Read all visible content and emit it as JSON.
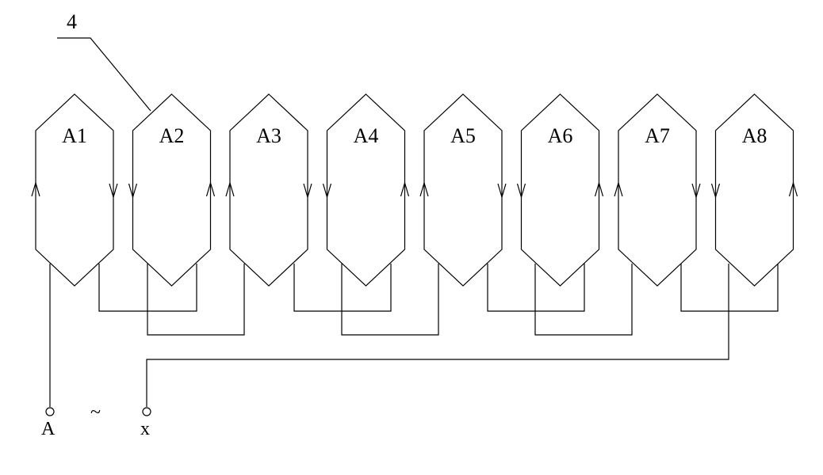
{
  "diagram": {
    "callout_label": "4",
    "coils": [
      {
        "label": "A1",
        "left_arrow": "up",
        "right_arrow": "down"
      },
      {
        "label": "A2",
        "left_arrow": "down",
        "right_arrow": "up"
      },
      {
        "label": "A3",
        "left_arrow": "up",
        "right_arrow": "down"
      },
      {
        "label": "A4",
        "left_arrow": "down",
        "right_arrow": "up"
      },
      {
        "label": "A5",
        "left_arrow": "up",
        "right_arrow": "down"
      },
      {
        "label": "A6",
        "left_arrow": "down",
        "right_arrow": "up"
      },
      {
        "label": "A7",
        "left_arrow": "up",
        "right_arrow": "down"
      },
      {
        "label": "A8",
        "left_arrow": "down",
        "right_arrow": "up"
      }
    ],
    "terminals": {
      "start_label": "A",
      "end_label": "x",
      "ac_symbol": "~"
    }
  }
}
